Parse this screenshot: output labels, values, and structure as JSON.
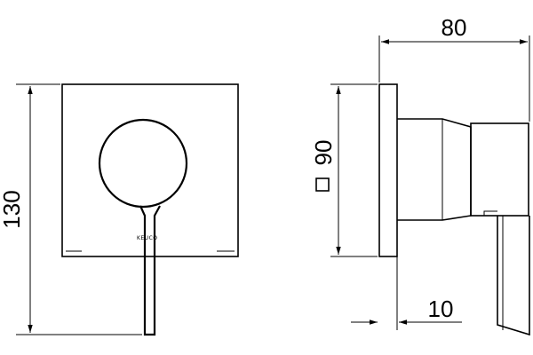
{
  "drawing": {
    "dimensions": {
      "height": "130",
      "width": "80",
      "plate": "90",
      "depth": "10"
    },
    "logo": "KEUCO"
  }
}
